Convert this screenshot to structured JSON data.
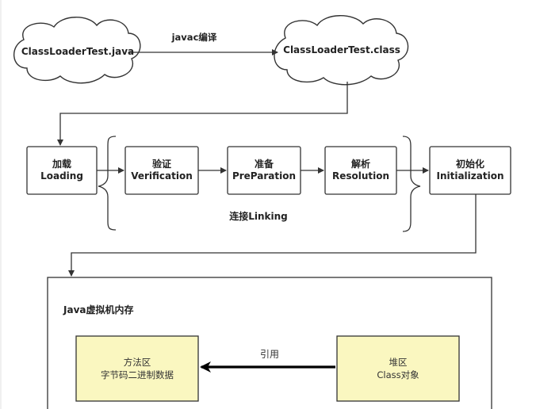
{
  "source_cloud": {
    "label": "ClassLoaderTest.java"
  },
  "target_cloud": {
    "label": "ClassLoaderTest.class"
  },
  "compile_arrow": {
    "label": "javac编译"
  },
  "stages": {
    "loading": {
      "line1": "加载",
      "line2": "Loading"
    },
    "verification": {
      "line1": "验证",
      "line2": "Verification"
    },
    "preparation": {
      "line1": "准备",
      "line2": "PreParation"
    },
    "resolution": {
      "line1": "解析",
      "line2": "Resolution"
    },
    "initialization": {
      "line1": "初始化",
      "line2": "Initialization"
    }
  },
  "linking": {
    "label": "连接Linking"
  },
  "jvm_memory": {
    "title": "Java虚拟机内存",
    "method_area": {
      "line1": "方法区",
      "line2": "字节码二进制数据"
    },
    "heap": {
      "line1": "堆区",
      "line2": "Class对象"
    },
    "reference_label": "引用"
  },
  "colors": {
    "stroke": "#333333",
    "box_fill": "#ffffff",
    "memory_fill": "#faf7c0",
    "arrow_bold": "#000000"
  }
}
